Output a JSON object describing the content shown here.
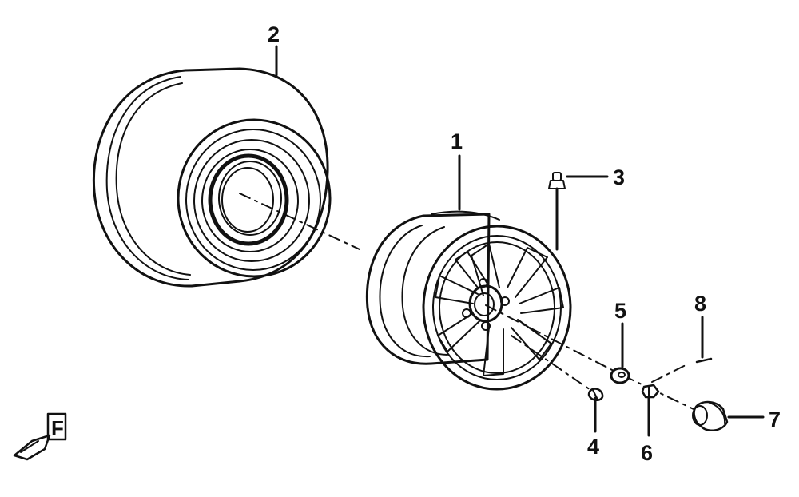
{
  "diagram": {
    "parts": [
      {
        "id": "wheel-rim",
        "label": "1"
      },
      {
        "id": "tire",
        "label": "2"
      },
      {
        "id": "valve-stem",
        "label": "3"
      },
      {
        "id": "rim-nut",
        "label": "4"
      },
      {
        "id": "washer",
        "label": "5"
      },
      {
        "id": "axle-nut",
        "label": "6"
      },
      {
        "id": "hub-cap",
        "label": "7"
      },
      {
        "id": "cotter-pin",
        "label": "8"
      }
    ],
    "direction_marker": {
      "label": "F"
    }
  },
  "colors": {
    "ink": "#111111",
    "paper": "#ffffff"
  }
}
